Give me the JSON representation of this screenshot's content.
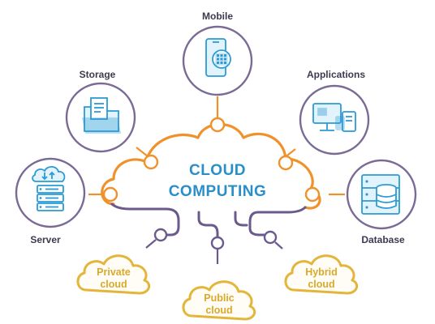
{
  "title": {
    "line1": "CLOUD",
    "line2": "COMPUTING"
  },
  "nodes": {
    "mobile": "Mobile",
    "storage": "Storage",
    "applications": "Applications",
    "server": "Server",
    "database": "Database"
  },
  "clouds": {
    "private_line1": "Private",
    "private_line2": "cloud",
    "public_line1": "Public",
    "public_line2": "cloud",
    "hybrid_line1": "Hybrid",
    "hybrid_line2": "cloud"
  },
  "colors": {
    "cloud_outline": "#f0922b",
    "connector_purple": "#6b5a8c",
    "title_blue": "#2a8fc9",
    "icon_blue": "#2a9bd6",
    "icon_ring": "#7a6a96",
    "label_text": "#3b3b4f",
    "small_cloud": "#e3b53b"
  },
  "icons": [
    "mobile-icon",
    "storage-icon",
    "applications-icon",
    "server-icon",
    "database-icon"
  ]
}
